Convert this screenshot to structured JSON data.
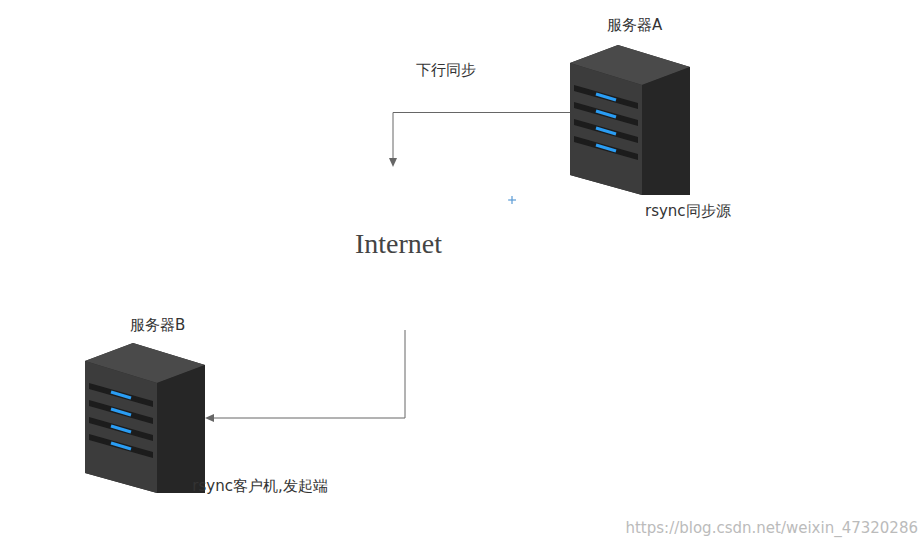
{
  "diagram": {
    "nodes": [
      {
        "text": [
          "服务器A",
          "rsync同步源"
        ]
      },
      {
        "text": [
          "服务器B",
          "rsync客户机,发起端"
        ]
      }
    ],
    "edges": [
      {
        "from": 0,
        "to": 1,
        "arrow": "to",
        "label": "下行同步"
      }
    ],
    "labels": [
      "Internet",
      "https://blog.csdn.net/weixin_47320286"
    ]
  }
}
